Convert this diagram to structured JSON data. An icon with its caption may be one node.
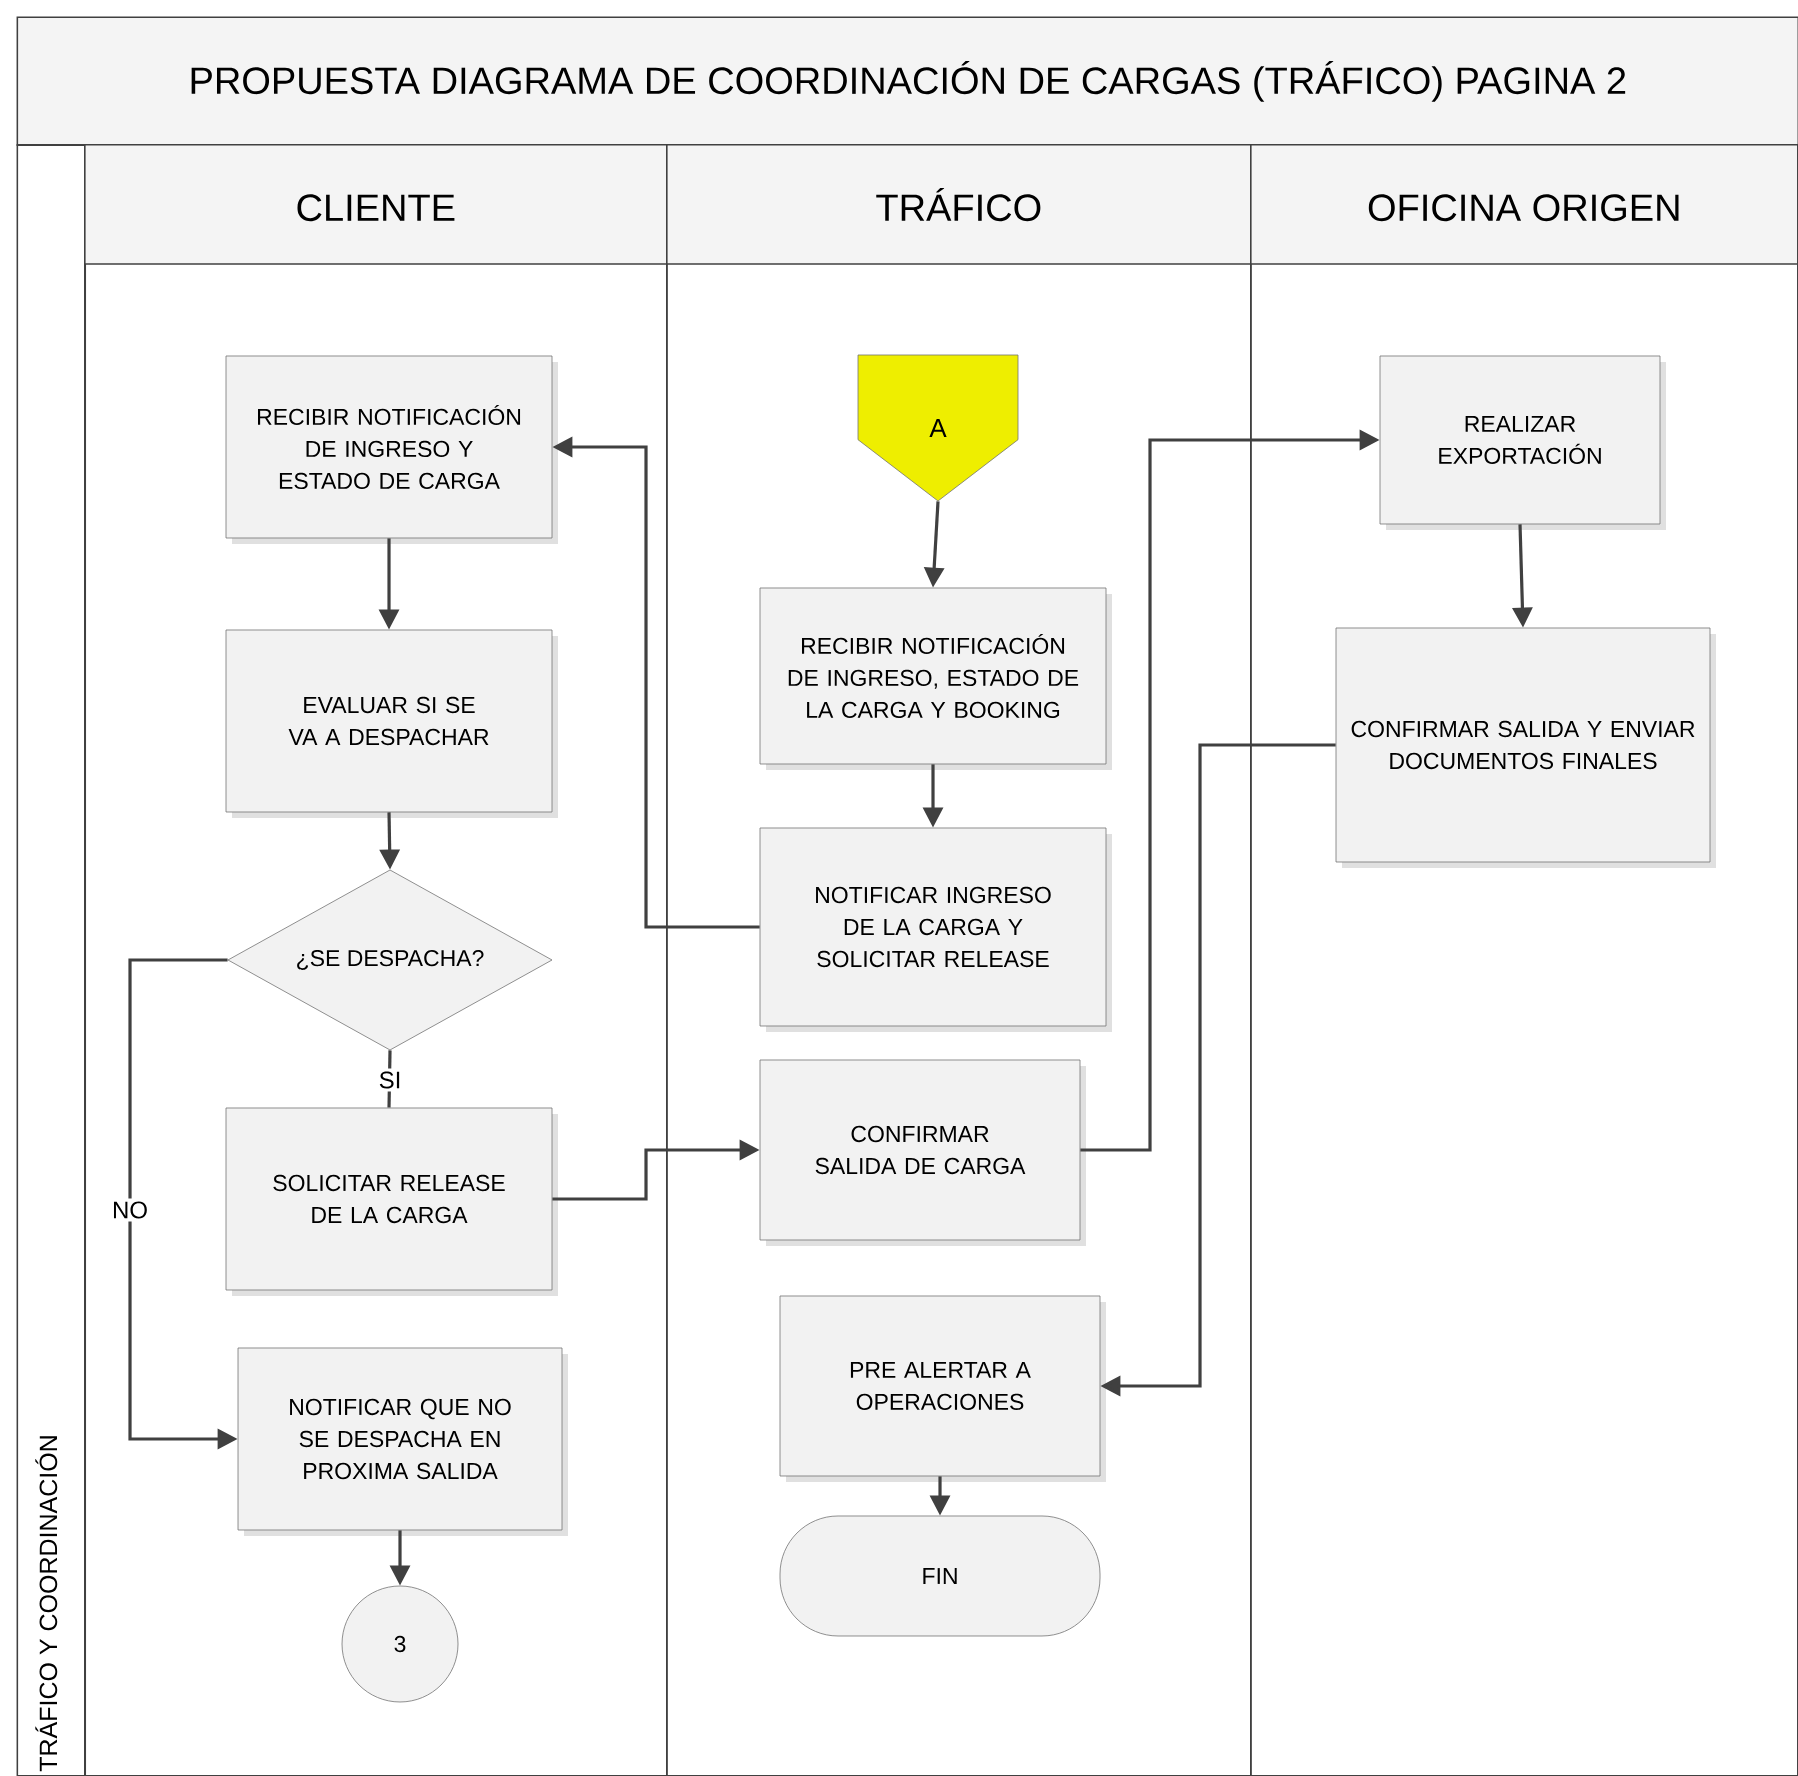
{
  "diagram": {
    "title": "PROPUESTA DIAGRAMA DE COORDINACIÓN DE CARGAS  (TRÁFICO) PAGINA 2",
    "nodes": [
      {
        "text": [
          "TRÁFICO Y COORDINACIÓN"
        ]
      },
      {
        "text": [
          "CLIENTE"
        ]
      },
      {
        "text": [
          "TRÁFICO"
        ]
      },
      {
        "text": [
          "OFICINA ORIGEN"
        ]
      },
      {
        "text": [
          "A"
        ],
        "in": 2
      },
      {
        "text": [
          "RECIBIR NOTIFICACIÓN DE INGRESO Y ESTADO DE CARGA"
        ],
        "in": 1
      },
      {
        "text": [
          "EVALUAR SI SE VA A DESPACHAR"
        ],
        "in": 1
      },
      {
        "text": [
          "¿SE DESPACHA?"
        ],
        "in": 1
      },
      {
        "text": [
          "SOLICITAR RELEASE DE LA CARGA"
        ],
        "in": 1
      },
      {
        "text": [
          "NOTIFICAR QUE NO SE DESPACHA EN PROXIMA SALIDA"
        ],
        "in": 1
      },
      {
        "text": [
          "3"
        ],
        "in": 1
      },
      {
        "text": [
          "RECIBIR NOTIFICACIÓN DE INGRESO, ESTADO DE LA CARGA Y BOOKING"
        ],
        "in": 2
      },
      {
        "text": [
          "NOTIFICAR INGRESO DE LA CARGA Y SOLICITAR RELEASE"
        ],
        "in": 2
      },
      {
        "text": [
          "CONFIRMAR SALIDA DE CARGA"
        ],
        "in": 2
      },
      {
        "text": [
          "PRE ALERTAR A OPERACIONES"
        ],
        "in": 2
      },
      {
        "text": [
          "FIN"
        ],
        "in": 2
      },
      {
        "text": [
          "REALIZAR EXPORTACIÓN"
        ],
        "in": 3
      },
      {
        "text": [
          "CONFIRMAR SALIDA Y ENVIAR DOCUMENTOS FINALES"
        ],
        "in": 3
      }
    ],
    "edges": [
      {
        "from": 4,
        "to": 11,
        "arrow": "to"
      },
      {
        "from": 11,
        "to": 12,
        "arrow": "to"
      },
      {
        "from": 12,
        "to": 5,
        "arrow": "to"
      },
      {
        "from": 5,
        "to": 6,
        "arrow": "to"
      },
      {
        "from": 6,
        "to": 7,
        "arrow": "to"
      },
      {
        "from": 7,
        "to": 8,
        "arrow": "none",
        "label": "SI"
      },
      {
        "from": 7,
        "to": 9,
        "arrow": "to",
        "label": "NO"
      },
      {
        "from": 9,
        "to": 10,
        "arrow": "to"
      },
      {
        "from": 8,
        "to": 13,
        "arrow": "to"
      },
      {
        "from": 13,
        "to": 16,
        "arrow": "to"
      },
      {
        "from": 16,
        "to": 17,
        "arrow": "to"
      },
      {
        "from": 17,
        "to": 14,
        "arrow": "to"
      },
      {
        "from": 14,
        "to": 15,
        "arrow": "to"
      }
    ]
  }
}
